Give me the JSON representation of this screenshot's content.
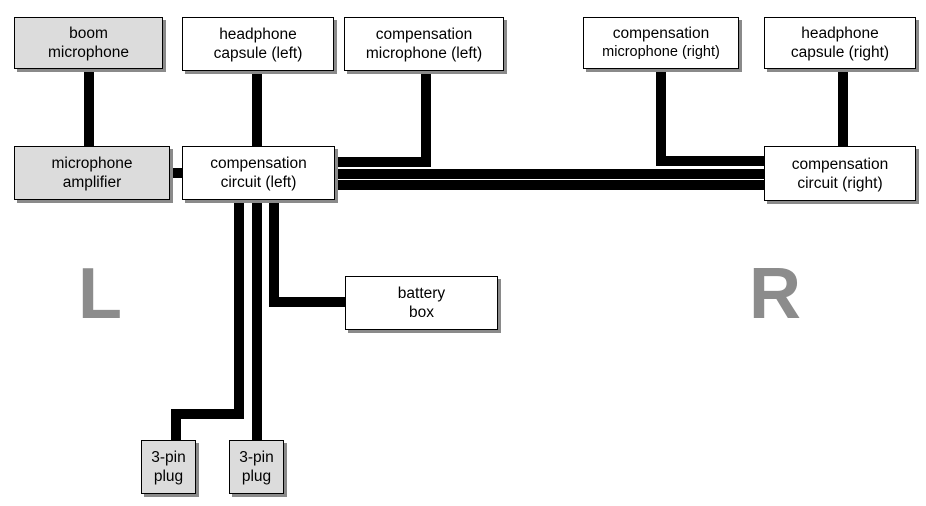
{
  "nodes": {
    "boom_mic": {
      "lines": [
        "boom",
        "microphone"
      ],
      "fill": "#dcdcdc"
    },
    "hp_left": {
      "lines": [
        "headphone",
        "capsule (left)"
      ],
      "fill": "#ffffff"
    },
    "comp_mic_left": {
      "lines": [
        "compensation",
        "microphone (left)"
      ],
      "fill": "#ffffff"
    },
    "comp_mic_right": {
      "lines": [
        "compensation",
        "microphone (right)"
      ],
      "fill": "#ffffff"
    },
    "hp_right": {
      "lines": [
        "headphone",
        "capsule (right)"
      ],
      "fill": "#ffffff"
    },
    "mic_amp": {
      "lines": [
        "microphone",
        "amplifier"
      ],
      "fill": "#dcdcdc"
    },
    "comp_circuit_left": {
      "lines": [
        "compensation",
        "circuit (left)"
      ],
      "fill": "#ffffff"
    },
    "comp_circuit_right": {
      "lines": [
        "compensation",
        "circuit (right)"
      ],
      "fill": "#ffffff"
    },
    "battery_box": {
      "lines": [
        "battery",
        "box"
      ],
      "fill": "#ffffff"
    },
    "plug_1": {
      "lines": [
        "3-pin",
        "plug"
      ],
      "fill": "#dcdcdc"
    },
    "plug_2": {
      "lines": [
        "3-pin",
        "plug"
      ],
      "fill": "#dcdcdc"
    }
  },
  "side_labels": {
    "left": "L",
    "right": "R"
  },
  "colors": {
    "wire": "#000000",
    "letter": "#8c8c8c",
    "shadow": "#8a8a8a"
  },
  "edges": [
    [
      "boom_mic",
      "mic_amp"
    ],
    [
      "mic_amp",
      "comp_circuit_left"
    ],
    [
      "hp_left",
      "comp_circuit_left"
    ],
    [
      "comp_mic_left",
      "comp_circuit_left"
    ],
    [
      "comp_mic_right",
      "comp_circuit_right"
    ],
    [
      "hp_right",
      "comp_circuit_right"
    ],
    [
      "comp_circuit_left",
      "comp_circuit_right"
    ],
    [
      "comp_circuit_left",
      "battery_box"
    ],
    [
      "comp_circuit_left",
      "plug_1"
    ],
    [
      "comp_circuit_left",
      "plug_2"
    ]
  ]
}
